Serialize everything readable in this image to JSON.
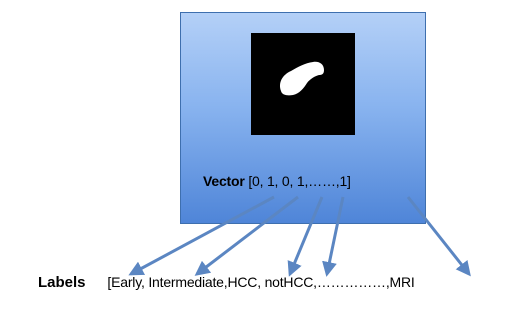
{
  "vector": {
    "keyword": "Vector",
    "values": "[0, 1, 0, 1,……,1]"
  },
  "labels": {
    "keyword": "Labels",
    "items": "[Early, Intermediate,HCC, notHCC,……………,MRI"
  },
  "colors": {
    "panel_top": "#b4d0f7",
    "panel_bottom": "#4f85d8",
    "arrow": "#5b86c2",
    "thumbnail_bg": "#000000",
    "lesion": "#ffffff"
  },
  "icons": {
    "thumbnail": "lesion-mask-image"
  }
}
